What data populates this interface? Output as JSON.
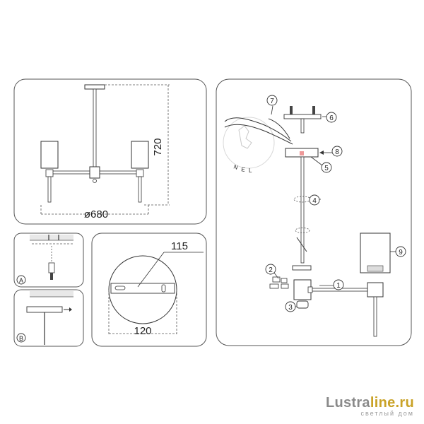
{
  "overall": {
    "height_label": "720",
    "diameter_label": "ø680"
  },
  "steps": {
    "a": "A",
    "b": "B"
  },
  "canopy_detail": {
    "outer_label": "115",
    "inner_label": "120"
  },
  "wiring": {
    "terminal_letters": [
      "N",
      "E",
      "L"
    ]
  },
  "callouts": [
    "1",
    "2",
    "3",
    "4",
    "5",
    "6",
    "7",
    "8",
    "9"
  ],
  "brand": {
    "name_main": "Lustra",
    "name_accent": "line.ru",
    "tagline": "светлый дом",
    "accent_color": "#c9a227"
  }
}
